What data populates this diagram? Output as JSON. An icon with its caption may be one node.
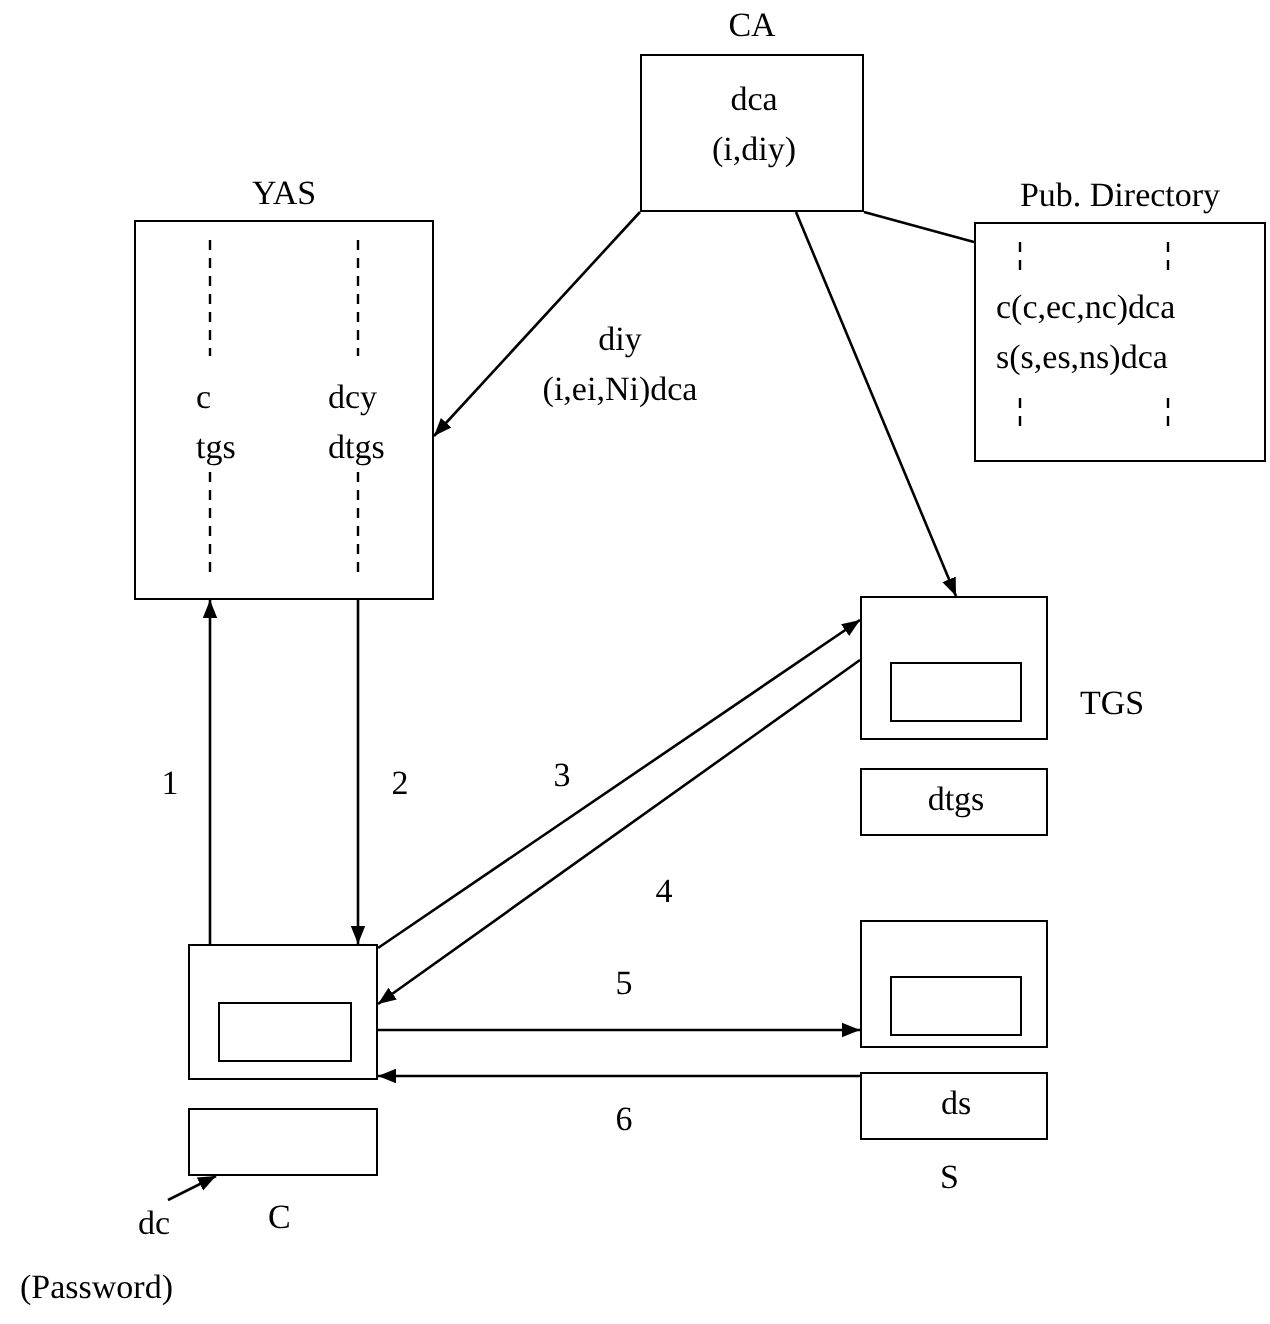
{
  "diagram": {
    "nodes": [
      {
        "text": [
          "CA",
          "dca (i,diy)"
        ]
      },
      {
        "text": [
          "YAS",
          "c tgs",
          "dcy dtgs"
        ]
      },
      {
        "text": [
          "Pub. Directory",
          "c(c,ec,nc)dca",
          "s(s,es,ns)dca"
        ]
      },
      {
        "text": [],
        "shape": "box",
        "beside": [
          "TGS"
        ]
      },
      {
        "text": [
          "dtgs"
        ]
      },
      {
        "text": [],
        "shape": "box"
      },
      {
        "text": [],
        "shape": "box",
        "beside": [
          "C"
        ]
      },
      {
        "text": [
          "dc"
        ]
      },
      {
        "text": [],
        "shape": "box"
      },
      {
        "text": [
          "ds"
        ],
        "beside": [
          "S"
        ]
      }
    ],
    "edges": [
      {
        "from": 0,
        "to": 1,
        "arrow": "to",
        "label": "diy (i,ei,Ni)dca"
      },
      {
        "from": 0,
        "to": 3,
        "arrow": "to"
      },
      {
        "from": 0,
        "to": 2,
        "arrow": "none"
      },
      {
        "from": 5,
        "to": 1,
        "arrow": "to",
        "label": "1"
      },
      {
        "from": 1,
        "to": 5,
        "arrow": "to",
        "label": "2"
      },
      {
        "from": 5,
        "to": 3,
        "arrow": "to",
        "label": "3"
      },
      {
        "from": 3,
        "to": 5,
        "arrow": "to",
        "label": "4"
      },
      {
        "from": 5,
        "to": 8,
        "arrow": "to",
        "label": "5"
      },
      {
        "from": 9,
        "to": 5,
        "arrow": "to",
        "label": "6"
      },
      {
        "from": 7,
        "to": 6,
        "arrow": "to"
      }
    ],
    "labels": [
      "(Password)"
    ]
  }
}
